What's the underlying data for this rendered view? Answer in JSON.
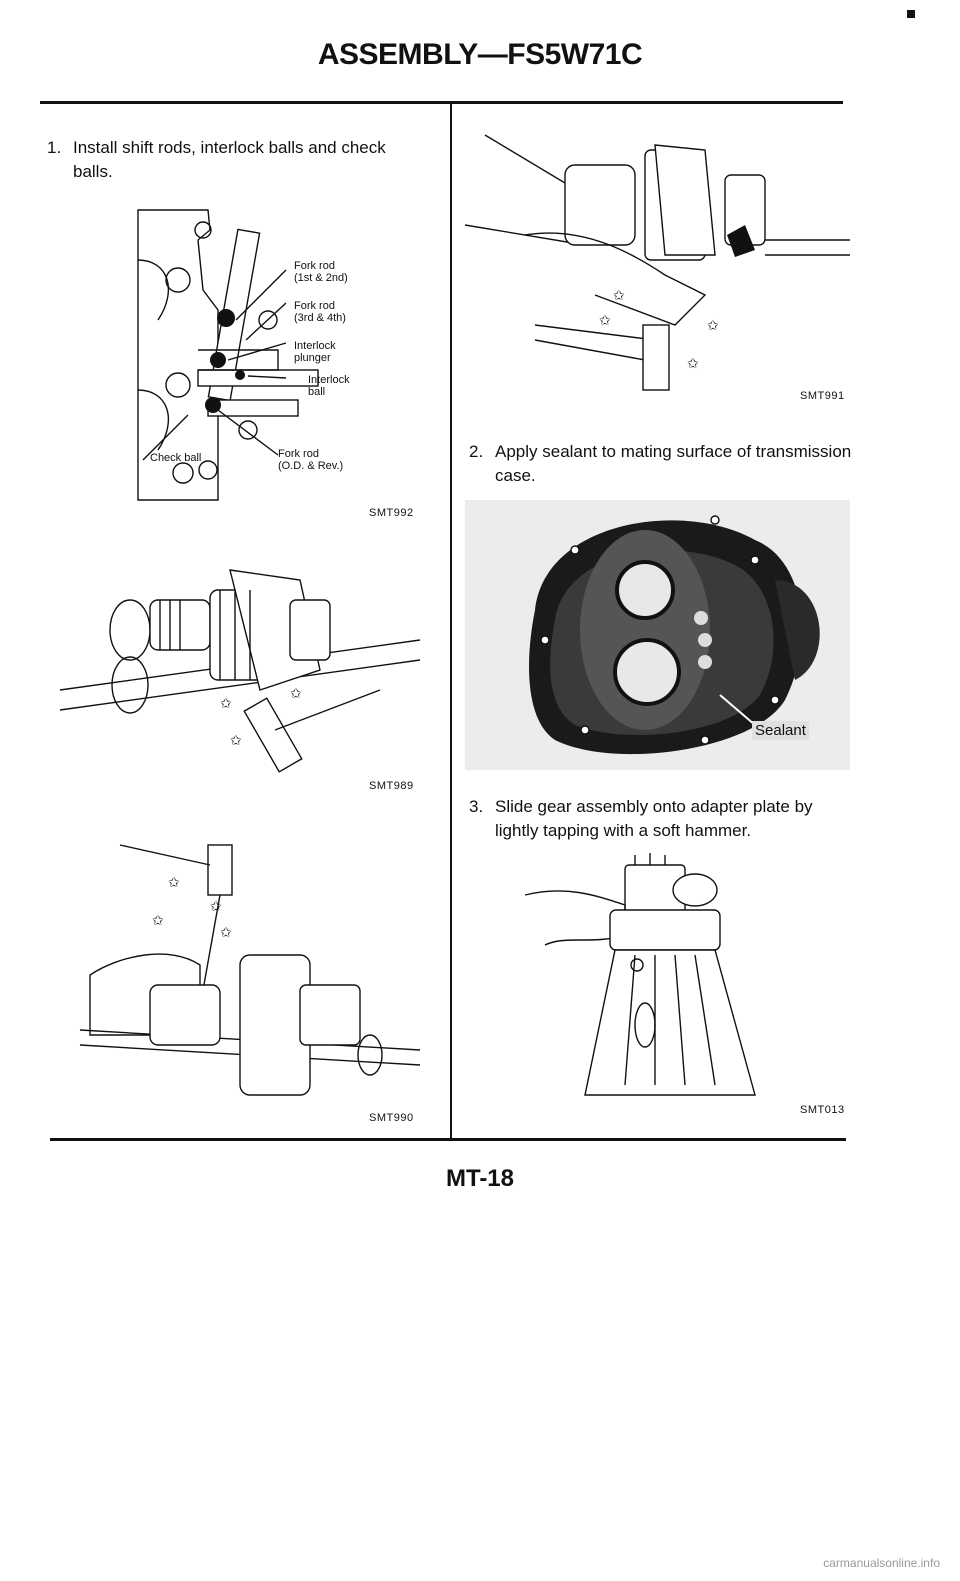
{
  "header": {
    "title": "ASSEMBLY—FS5W71C"
  },
  "steps": [
    {
      "number": "1.",
      "text_line1": "Install shift rods, interlock balls and check",
      "text_line2": "balls."
    },
    {
      "number": "2.",
      "text_line1": "Apply sealant to mating surface of transmission",
      "text_line2": "case."
    },
    {
      "number": "3.",
      "text_line1": "Slide gear assembly onto adapter plate by",
      "text_line2": "lightly tapping with a soft hammer."
    }
  ],
  "figures": {
    "smt992": {
      "caption": "SMT992",
      "labels": {
        "fork_rod_1_2_a": "Fork rod",
        "fork_rod_1_2_b": "(1st & 2nd)",
        "fork_rod_3_4_a": "Fork rod",
        "fork_rod_3_4_b": "(3rd & 4th)",
        "interlock_plunger_a": "Interlock",
        "interlock_plunger_b": "plunger",
        "interlock_ball_a": "Interlock",
        "interlock_ball_b": "ball",
        "check_ball": "Check ball",
        "fork_rod_od_a": "Fork rod",
        "fork_rod_od_b": "(O.D. & Rev.)"
      }
    },
    "smt989": {
      "caption": "SMT989"
    },
    "smt990": {
      "caption": "SMT990"
    },
    "smt991": {
      "caption": "SMT991"
    },
    "sealant_photo": {
      "label": "Sealant"
    },
    "smt013": {
      "caption": "SMT013"
    }
  },
  "footer": {
    "page_number": "MT-18"
  },
  "watermark": "carmanualsonline.info"
}
